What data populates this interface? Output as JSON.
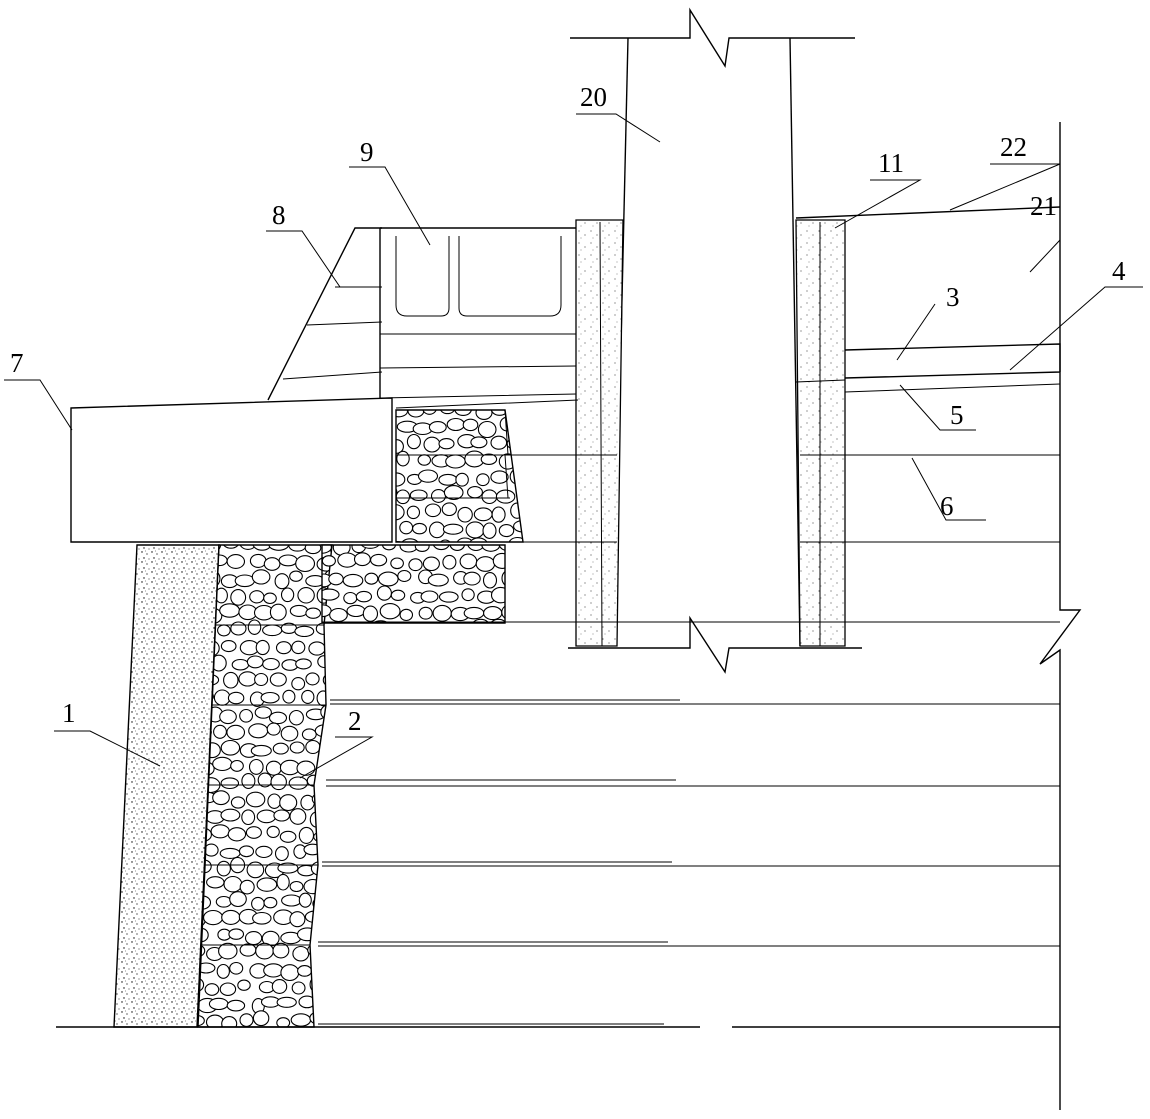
{
  "labels": {
    "l1": "1",
    "l2": "2",
    "l3": "3",
    "l4": "4",
    "l5": "5",
    "l6": "6",
    "l7": "7",
    "l8": "8",
    "l9": "9",
    "l11": "11",
    "l20": "20",
    "l21": "21",
    "l22": "22"
  },
  "colors": {
    "line": "#000000",
    "background": "#ffffff"
  }
}
